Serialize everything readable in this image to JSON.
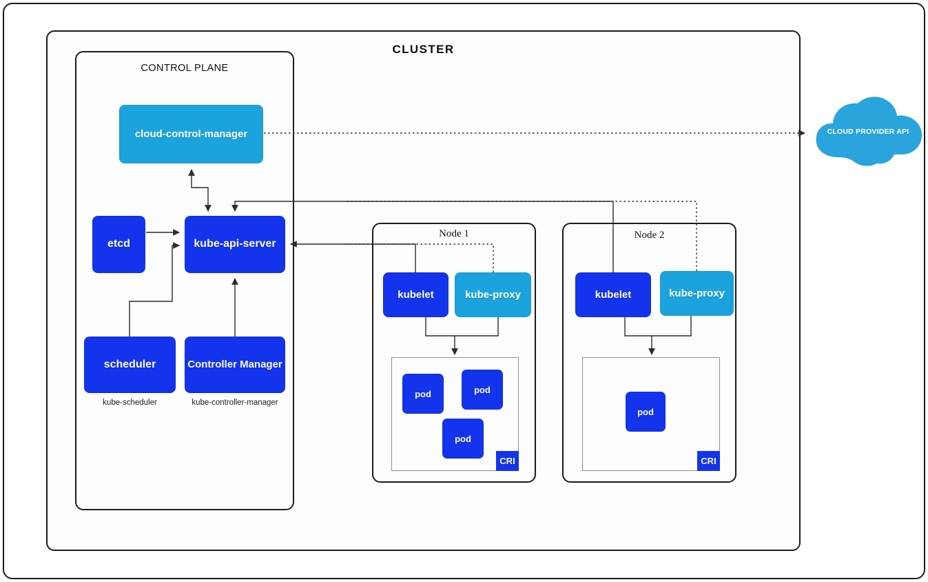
{
  "diagram": {
    "title": "CLUSTER",
    "type": "kubernetes-architecture"
  },
  "cluster": {
    "label": "CLUSTER"
  },
  "control_plane": {
    "label": "CONTROL PLANE",
    "components": [
      {
        "id": "cloud-control-manager",
        "label": "cloud-control-manager",
        "color": "#1ba3dd"
      },
      {
        "id": "etcd",
        "label": "etcd",
        "color": "#1334ec"
      },
      {
        "id": "kube-api-server",
        "label": "kube-api-server",
        "color": "#1334ec"
      },
      {
        "id": "scheduler",
        "label": "scheduler",
        "color": "#1334ec",
        "sublabel": "kube-scheduler"
      },
      {
        "id": "controller-manager",
        "label": "Controller Manager",
        "color": "#1334ec",
        "sublabel": "kube-controller-manager"
      }
    ],
    "sublabels": {
      "scheduler": "kube-scheduler",
      "controller_manager": "kube-controller-manager"
    }
  },
  "nodes": [
    {
      "id": "node-1",
      "label": "Node 1",
      "kubelet": "kubelet",
      "kube_proxy": "kube-proxy",
      "cri_label": "CRI",
      "pods": [
        {
          "label": "pod"
        },
        {
          "label": "pod"
        },
        {
          "label": "pod"
        }
      ],
      "pod_count": 3
    },
    {
      "id": "node-2",
      "label": "Node 2",
      "kubelet": "kubelet",
      "kube_proxy": "kube-proxy",
      "cri_label": "CRI",
      "pods": [
        {
          "label": "pod"
        }
      ],
      "pod_count": 1
    }
  ],
  "cloud_provider": {
    "label": "CLOUD PROVIDER API",
    "shape": "cloud-icon",
    "color": "#29a4dd"
  },
  "colors": {
    "dark_blue": "#1334ec",
    "light_blue": "#1ba3dd",
    "cloud_blue": "#29a4dd",
    "border": "#1a1a1a",
    "cri_border": "#8b8b92",
    "background": "#ffffff",
    "panel": "#fdfdfe",
    "text_light": "#ffffff",
    "text_dark": "#111111"
  }
}
